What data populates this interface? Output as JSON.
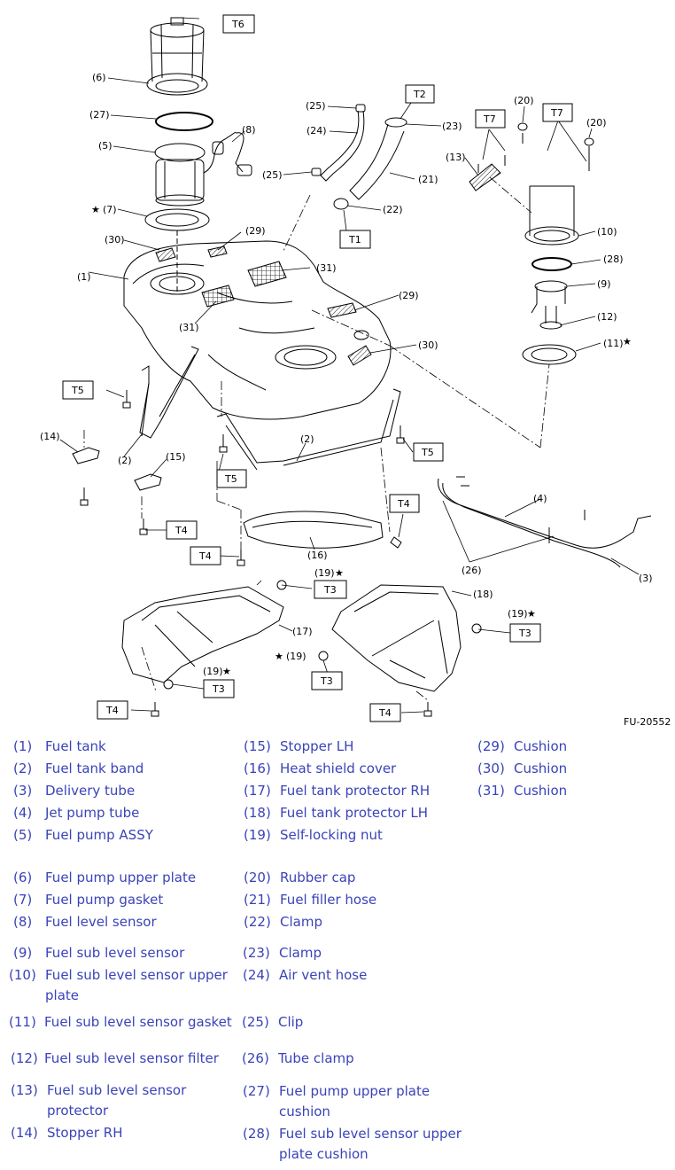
{
  "figure_code": "FU-20552",
  "torque_labels": [
    "T1",
    "T2",
    "T3",
    "T4",
    "T5",
    "T6",
    "T7"
  ],
  "callouts": [
    "(1)",
    "(2)",
    "(3)",
    "(4)",
    "(5)",
    "(6)",
    "(7)",
    "(8)",
    "(9)",
    "(10)",
    "(11)",
    "(12)",
    "(13)",
    "(14)",
    "(15)",
    "(16)",
    "(17)",
    "(18)",
    "(19)",
    "(20)",
    "(21)",
    "(22)",
    "(23)",
    "(24)",
    "(25)",
    "(26)",
    "(27)",
    "(28)",
    "(29)",
    "(30)",
    "(31)"
  ],
  "star_symbol": "★",
  "legend": [
    {
      "num": "(1)",
      "name": "Fuel tank"
    },
    {
      "num": "(2)",
      "name": "Fuel tank band"
    },
    {
      "num": "(3)",
      "name": "Delivery tube"
    },
    {
      "num": "(4)",
      "name": "Jet pump tube"
    },
    {
      "num": "(5)",
      "name": "Fuel pump ASSY"
    },
    {
      "num": "(6)",
      "name": "Fuel pump upper plate"
    },
    {
      "num": "(7)",
      "name": "Fuel pump gasket"
    },
    {
      "num": "(8)",
      "name": "Fuel level sensor"
    },
    {
      "num": "(9)",
      "name": "Fuel sub level sensor"
    },
    {
      "num": "(10)",
      "name": "Fuel sub level sensor upper"
    },
    {
      "num": "",
      "name": "plate"
    },
    {
      "num": "(11)",
      "name": "Fuel sub level sensor gasket"
    },
    {
      "num": "(12)",
      "name": "Fuel sub level sensor filter"
    },
    {
      "num": "(13)",
      "name": "Fuel sub level sensor"
    },
    {
      "num": "",
      "name": "protector"
    },
    {
      "num": "(14)",
      "name": "Stopper RH"
    },
    {
      "num": "(15)",
      "name": "Stopper LH"
    },
    {
      "num": "(16)",
      "name": "Heat shield cover"
    },
    {
      "num": "(17)",
      "name": "Fuel tank protector RH"
    },
    {
      "num": "(18)",
      "name": "Fuel tank protector LH"
    },
    {
      "num": "(19)",
      "name": "Self-locking nut"
    },
    {
      "num": "(20)",
      "name": "Rubber cap"
    },
    {
      "num": "(21)",
      "name": "Fuel filler hose"
    },
    {
      "num": "(22)",
      "name": "Clamp"
    },
    {
      "num": "(23)",
      "name": "Clamp"
    },
    {
      "num": "(24)",
      "name": "Air vent hose"
    },
    {
      "num": "(25)",
      "name": "Clip"
    },
    {
      "num": "(26)",
      "name": "Tube clamp"
    },
    {
      "num": "(27)",
      "name": "Fuel pump upper plate"
    },
    {
      "num": "",
      "name": "cushion"
    },
    {
      "num": "(28)",
      "name": "Fuel sub level sensor upper"
    },
    {
      "num": "",
      "name": "plate cushion"
    },
    {
      "num": "(29)",
      "name": "Cushion"
    },
    {
      "num": "(30)",
      "name": "Cushion"
    },
    {
      "num": "(31)",
      "name": "Cushion"
    }
  ]
}
